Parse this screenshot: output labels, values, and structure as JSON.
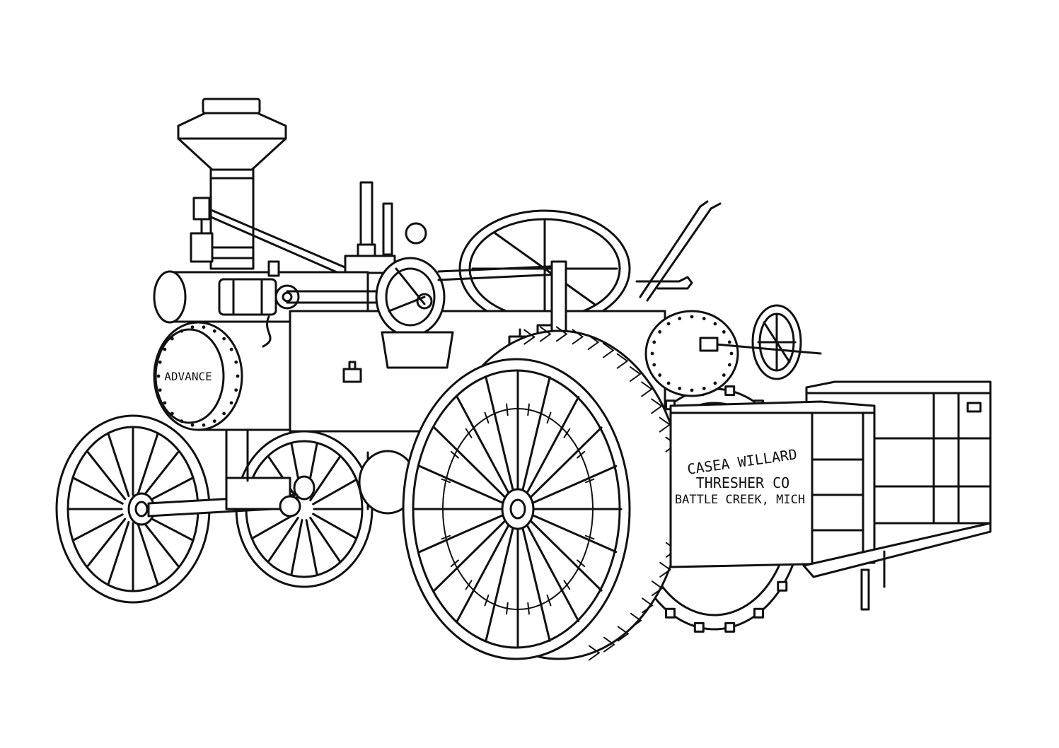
{
  "boiler_label": "ADVANCE",
  "tank_lettering": {
    "line1": "CASEA WILLARD",
    "line2": "THRESHER CO",
    "line3": "BATTLE CREEK, MICH"
  },
  "colors": {
    "background": "#ffffff",
    "ink": "#111111"
  }
}
